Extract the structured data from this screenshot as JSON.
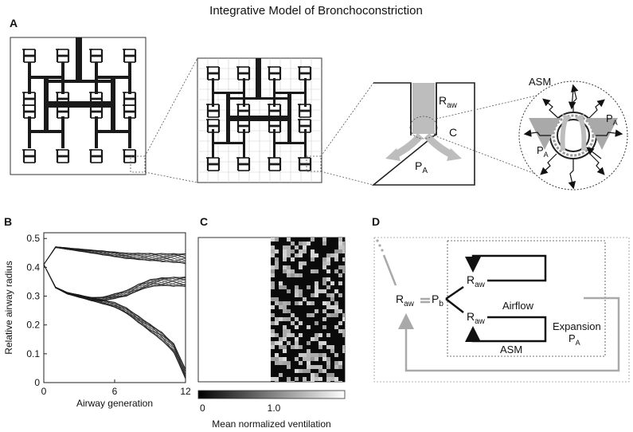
{
  "figure": {
    "title": "Integrative Model of Bronchoconstriction",
    "panels": {
      "a": "A",
      "b": "B",
      "c": "C",
      "d": "D"
    }
  },
  "panel_a": {
    "inset_labels": {
      "raw_main": "R",
      "raw_sub": "aw",
      "c": "C",
      "pa_main": "P",
      "pa_sub": "A",
      "asm": "ASM"
    },
    "colors": {
      "airway": "#1a1a1a",
      "shaded_airway": "#bdbdbd",
      "arrow_gray": "#9a9a9a"
    }
  },
  "panel_c": {
    "colorbar_ticks": [
      "0",
      "1.0"
    ],
    "colorbar_label": "Mean normalized ventilation"
  },
  "panel_d": {
    "raw_main": "R",
    "raw_sub": "aw",
    "pb_main": "P",
    "pb_sub": "b",
    "airflow": "Airflow",
    "expansion": "Expansion",
    "pa_main": "P",
    "pa_sub": "A",
    "asm": "ASM",
    "colors": {
      "loop": "#111111",
      "feedback": "#a9a9a9"
    }
  },
  "chart_data": {
    "type": "line",
    "xlabel": "Airway generation",
    "ylabel": "Relative airway radius",
    "xlim": [
      0,
      12
    ],
    "ylim": [
      0,
      0.52
    ],
    "xticks": [
      "0",
      "6",
      "12"
    ],
    "yticks": [
      "0",
      "0.1",
      "0.2",
      "0.3",
      "0.4",
      "0.5"
    ],
    "series": [
      {
        "x": [
          0,
          1,
          2,
          3,
          4,
          5,
          6,
          7,
          8,
          9,
          10,
          11,
          12
        ],
        "y": [
          0.41,
          0.47,
          0.465,
          0.46,
          0.455,
          0.45,
          0.445,
          0.44,
          0.438,
          0.436,
          0.434,
          0.432,
          0.43
        ]
      },
      {
        "x": [
          0,
          1,
          2,
          3,
          4,
          5,
          6,
          7,
          8,
          9,
          10,
          11,
          12
        ],
        "y": [
          0.41,
          0.33,
          0.31,
          0.3,
          0.29,
          0.29,
          0.3,
          0.31,
          0.33,
          0.345,
          0.35,
          0.35,
          0.35
        ]
      },
      {
        "x": [
          0,
          1,
          2,
          3,
          4,
          5,
          6,
          7,
          8,
          9,
          10,
          11,
          12
        ],
        "y": [
          0.41,
          0.33,
          0.31,
          0.3,
          0.29,
          0.28,
          0.27,
          0.25,
          0.22,
          0.19,
          0.16,
          0.12,
          0.03
        ]
      }
    ]
  }
}
